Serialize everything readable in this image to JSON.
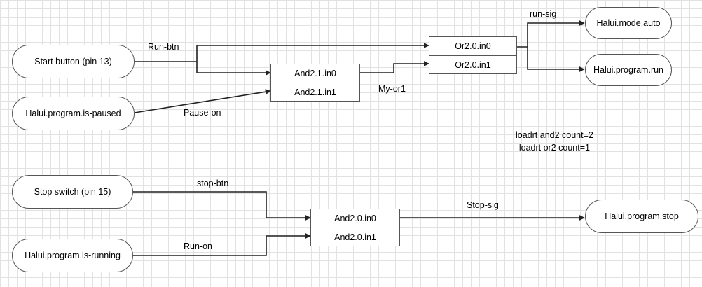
{
  "nodes": {
    "start_button": "Start button (pin 13)",
    "is_paused": "Halui.program.is-paused",
    "stop_switch": "Stop switch (pin 15)",
    "is_running": "Halui.program.is-running",
    "mode_auto": "Halui.mode.auto",
    "program_run": "Halui.program.run",
    "program_stop": "Halui.program.stop"
  },
  "gates": {
    "or2_0": {
      "in0": "Or2.0.in0",
      "in1": "Or2.0.in1"
    },
    "and2_1": {
      "in0": "And2.1.in0",
      "in1": "And2.1.in1"
    },
    "and2_0": {
      "in0": "And2.0.in0",
      "in1": "And2.0.in1"
    }
  },
  "signals": {
    "run_btn": "Run-btn",
    "pause_on": "Pause-on",
    "my_or1": "My-or1",
    "run_sig": "run-sig",
    "stop_btn": "stop-btn",
    "run_on": "Run-on",
    "stop_sig": "Stop-sig"
  },
  "notes": {
    "line1": "loadrt and2 count=2",
    "line2": "loadrt or2 count=1"
  },
  "colors": {
    "wire": "#222222",
    "border": "#555555",
    "grid": "#e2e2e2"
  }
}
